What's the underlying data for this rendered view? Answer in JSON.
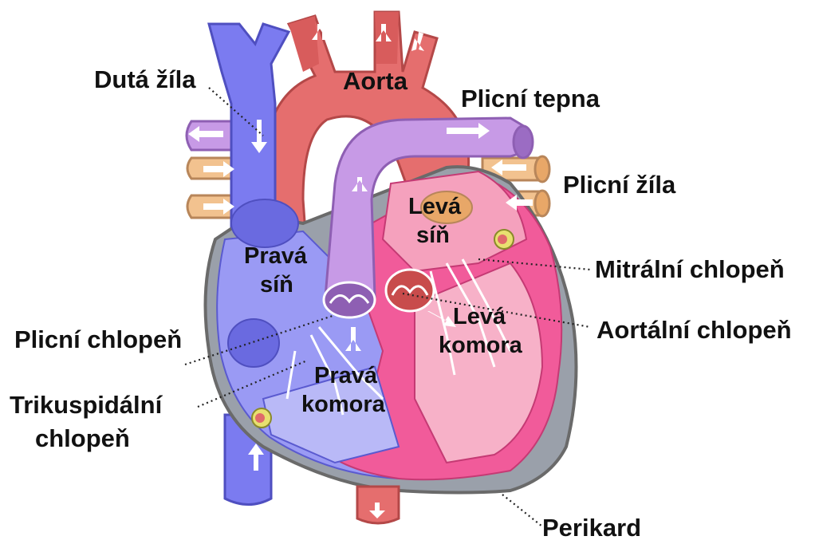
{
  "labels": {
    "duta_zila": "Dutá žíla",
    "aorta": "Aorta",
    "plicni_tepna": "Plicní tepna",
    "plicni_zila": "Plicní žíla",
    "leva_sin": [
      "Levá",
      "síň"
    ],
    "prava_sin": [
      "Pravá",
      "síň"
    ],
    "mitralni_chlopen": "Mitrální chlopeň",
    "plicni_chlopen": "Plicní chlopeň",
    "aortalni_chlopen": "Aortální chlopeň",
    "leva_komora": [
      "Levá",
      "komora"
    ],
    "prava_komora": [
      "Pravá",
      "komora"
    ],
    "trikuspidalni_chlopen": [
      "Trikuspidální",
      "chlopeň"
    ],
    "perikard": "Perikard"
  },
  "colors": {
    "vena": "#7b7bf0",
    "vena_dark": "#5a5ad0",
    "aorta": "#e06a6a",
    "aorta_dark": "#c84c4c",
    "pulm_artery": "#c79ae6",
    "pulm_vein": "#f2c28f",
    "left_heart": "#f15b9a",
    "right_heart": "#9a9af4",
    "pericardium": "#8a8a8a"
  }
}
